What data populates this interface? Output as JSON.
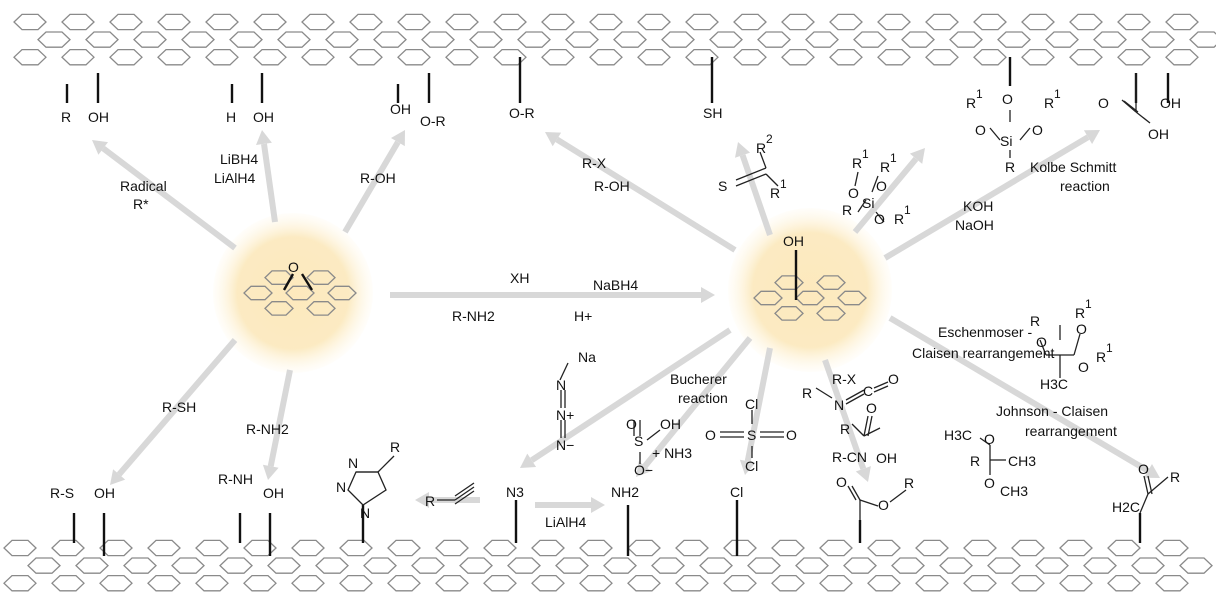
{
  "colors": {
    "glow": "#fbe7b8",
    "arrow": "#d8d8d8",
    "lattice": "#8a8a8a"
  },
  "top_products": {
    "radical_r": "R",
    "radical_oh": "OH",
    "hydride_h": "H",
    "hydride_oh": "OH",
    "alcohol_oh": "OH",
    "alcohol_or": "O-R",
    "ether_or": "O-R",
    "thiol_sh": "SH",
    "silane_r1a": "R",
    "silane_sup1a": "1",
    "silane_o1": "O",
    "silane_si": "Si",
    "silane_o2": "O",
    "silane_r1b": "R",
    "silane_sup1b": "1",
    "silane_r": "R",
    "silane_o3": "O",
    "kolbe_o": "O",
    "kolbe_oh1": "OH",
    "kolbe_oh2": "OH"
  },
  "bottom_products": {
    "thio_rs": "R-S",
    "thio_oh": "OH",
    "amine_rnh": "R-NH",
    "amine_oh": "OH",
    "triazole_r": "R",
    "triazole_n1": "N",
    "triazole_n2": "N",
    "triazole_n3": "N",
    "azide": "N3",
    "amine2": "NH2",
    "chloride": "Cl",
    "ester_o1": "O",
    "ester_o2": "O",
    "ester_r": "R",
    "ketone_o": "O",
    "ketone_r": "R",
    "ketone_h2c": "H2C"
  },
  "reagents": {
    "radical_line1": "Radical",
    "radical_line2": "R*",
    "hydride_line1": "LiBH4",
    "hydride_line2": "LiAlH4",
    "alcohol": "R-OH",
    "ether_line1": "R-X",
    "ether_line2": "R-OH",
    "thioketone_s": "S",
    "thioketone_r2": "R",
    "thioketone_sup2": "2",
    "thioketone_r1": "R",
    "thioketone_sup1": "1",
    "silane_reagent_r1a": "R",
    "silane_reagent_sup1a": "1",
    "silane_reagent_o1": "O",
    "silane_reagent_r1b": "R",
    "silane_reagent_sup1b": "1",
    "silane_reagent_o2": "O",
    "silane_reagent_r": "R",
    "silane_reagent_si": "Si",
    "silane_reagent_o3": "O",
    "silane_reagent_r1c": "R",
    "silane_reagent_sup1c": "1",
    "kolbe_line1": "Kolbe Schmitt",
    "kolbe_line2": "reaction",
    "base_line1": "KOH",
    "base_line2": "NaOH",
    "middle_xh": "XH",
    "middle_nabh4": "NaBH4",
    "middle_rnh2": "R-NH2",
    "middle_h": "H+",
    "thiol_left": "R-SH",
    "amine_left": "R-NH2",
    "sodium_azide_na": "Na",
    "sodium_azide_n1": "N",
    "sodium_azide_n2": "N+",
    "sodium_azide_n3": "N−",
    "bucherer_line1": "Bucherer",
    "bucherer_line2": "reaction",
    "bisulfite_s": "S",
    "bisulfite_o1": "O",
    "bisulfite_oh": "OH",
    "bisulfite_o2": "O−",
    "bisulfite_nh3": "+ NH3",
    "sulfonyl_cl1": "Cl",
    "sulfonyl_o1": "O",
    "sulfonyl_s": "S",
    "sulfonyl_o2": "O",
    "sulfonyl_cl2": "Cl",
    "isocyanate_rx": "R-X",
    "isocyanate_r": "R",
    "isocyanate_n": "N",
    "isocyanate_c": "C",
    "isocyanate_o": "O",
    "acid_o": "O",
    "acid_r": "R",
    "acid_oh": "OH",
    "nitrile": "R-CN",
    "eschenmoser_line1": "Eschenmoser -",
    "eschenmoser_line2": "Claisen rearrangement",
    "orthoester_r1": "R",
    "orthoester_sup1": "1",
    "orthoester_r": "R",
    "orthoester_o1": "O",
    "orthoester_o2": "O",
    "orthoester_h3c": "H3C",
    "orthoester_o3": "O",
    "orthoester_r1b": "R",
    "orthoester_sup1b": "1",
    "johnson_line1": "Johnson - Claisen",
    "johnson_line2": "rearrangement",
    "trimethyl_h3c": "H3C",
    "trimethyl_o1": "O",
    "trimethyl_r": "R",
    "trimethyl_ch3": "CH3",
    "trimethyl_o2": "O",
    "trimethyl_och3": "CH3",
    "alkyne_r": "R",
    "lialh4_bottom": "LiAlH4"
  },
  "center": {
    "epoxide_o": "O",
    "hydroxyl_oh": "OH"
  }
}
